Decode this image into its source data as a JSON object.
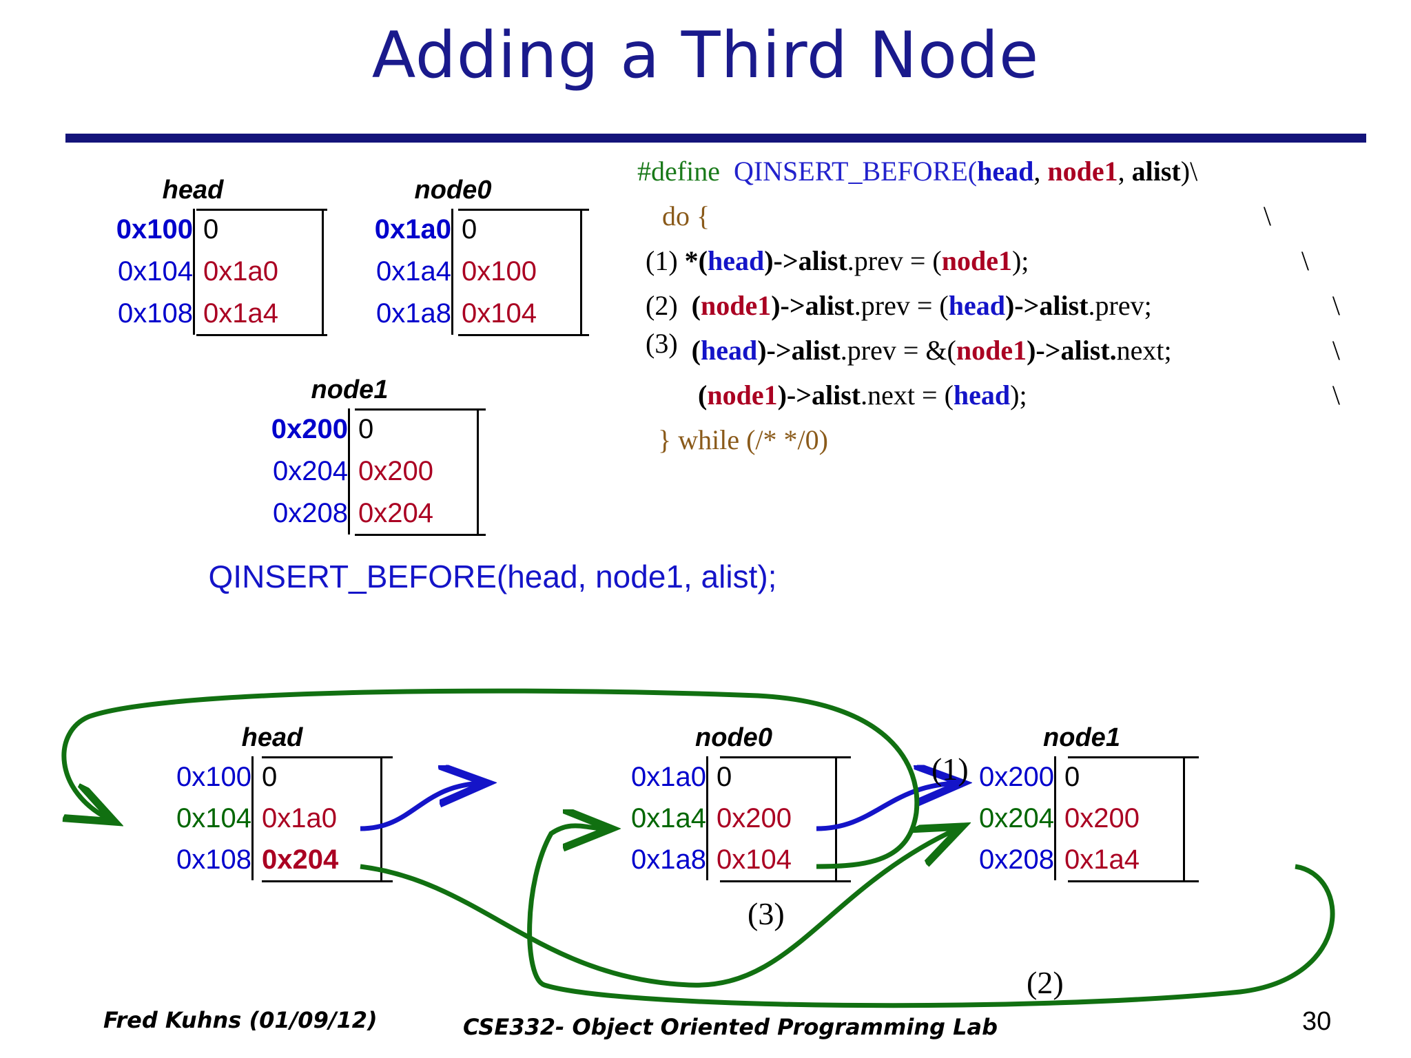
{
  "title": "Adding a Third Node",
  "top_tables": [
    {
      "name": "head",
      "rows": [
        {
          "addr": "0x100",
          "value": "0"
        },
        {
          "addr": "0x104",
          "value": "0x1a0"
        },
        {
          "addr": "0x108",
          "value": "0x1a4"
        }
      ]
    },
    {
      "name": "node0",
      "rows": [
        {
          "addr": "0x1a0",
          "value": "0"
        },
        {
          "addr": "0x1a4",
          "value": "0x100"
        },
        {
          "addr": "0x1a8",
          "value": "0x104"
        }
      ]
    },
    {
      "name": "node1",
      "rows": [
        {
          "addr": "0x200",
          "value": "0"
        },
        {
          "addr": "0x204",
          "value": "0x200"
        },
        {
          "addr": "0x208",
          "value": "0x204"
        }
      ]
    }
  ],
  "code": {
    "define_keyword": "#define",
    "macro_name": "QINSERT_BEFORE(",
    "param_head": "head",
    "param_sep1": ", ",
    "param_node1": "node1",
    "param_sep2": ", ",
    "param_alist": "alist",
    "macro_close": ")\\",
    "do_line": "do {",
    "continuation": "\\",
    "line1_num": "(1)",
    "line1_a": "*(",
    "line1_head": "head",
    "line1_b": ")->",
    "line1_alist": "alist",
    "line1_c": ".prev = (",
    "line1_node1": "node1",
    "line1_d": ");",
    "line2_num": "(2)",
    "line2_a": "(",
    "line2_node1": "node1",
    "line2_b": ")->",
    "line2_alist": "alist",
    "line2_c": ".prev = (",
    "line2_head": "head",
    "line2_d": ")->",
    "line2_alist2": "alist",
    "line2_e": ".prev;",
    "line3_num": "(3)",
    "line3_a": "(",
    "line3_head": "head",
    "line3_b": ")->",
    "line3_alist": "alist",
    "line3_c": ".prev  = &(",
    "line3_node1": "node1",
    "line3_d": ")->",
    "line3_alist2": "alist.",
    "line3_e": "next;",
    "line4_a": "(",
    "line4_node1": "node1",
    "line4_b": ")->",
    "line4_alist": "alist",
    "line4_c": ".next = (",
    "line4_head": "head",
    "line4_d": ");",
    "while_line": "} while (/* */0)"
  },
  "call_line": "QINSERT_BEFORE(head, node1, alist);",
  "bottom_tables": [
    {
      "name": "head",
      "rows": [
        {
          "addr": "0x100",
          "addr_color": "blue",
          "value": "0",
          "value_color": "black"
        },
        {
          "addr": "0x104",
          "addr_color": "green",
          "value": "0x1a0",
          "value_color": "red"
        },
        {
          "addr": "0x108",
          "addr_color": "blue",
          "value": "0x204",
          "value_color": "red-bold"
        }
      ]
    },
    {
      "name": "node0",
      "rows": [
        {
          "addr": "0x1a0",
          "addr_color": "blue",
          "value": "0",
          "value_color": "black"
        },
        {
          "addr": "0x1a4",
          "addr_color": "green",
          "value": "0x200",
          "value_color": "red"
        },
        {
          "addr": "0x1a8",
          "addr_color": "blue",
          "value": "0x104",
          "value_color": "red"
        }
      ]
    },
    {
      "name": "node1",
      "rows": [
        {
          "addr": "0x200",
          "addr_color": "blue",
          "value": "0",
          "value_color": "black"
        },
        {
          "addr": "0x204",
          "addr_color": "green",
          "value": "0x200",
          "value_color": "red"
        },
        {
          "addr": "0x208",
          "addr_color": "blue",
          "value": "0x1a4",
          "value_color": "red"
        }
      ]
    }
  ],
  "arrow_labels": {
    "one": "(1)",
    "two": "(2)",
    "three": "(3)"
  },
  "colors": {
    "title_blue": "#1a1a8c",
    "rule_blue": "#14147a",
    "addr_blue": "#0000cc",
    "addr_green": "#006600",
    "value_red": "#aa0022",
    "arrow_blue": "#1414c8",
    "arrow_green": "#117011"
  },
  "footer": {
    "author": "Fred Kuhns (01/09/12)",
    "course": "CSE332- Object Oriented Programming Lab",
    "page": "30"
  }
}
